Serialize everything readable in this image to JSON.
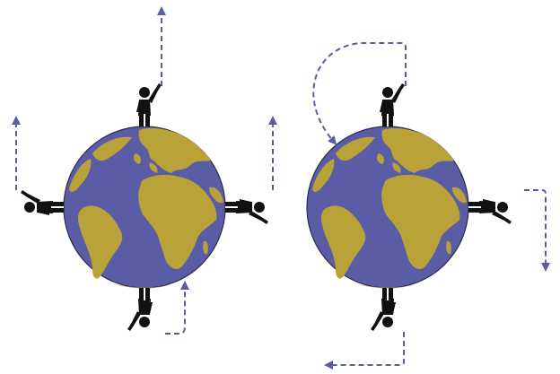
{
  "colors": {
    "ocean": "#5b5ca6",
    "land": "#b9a339",
    "outline": "#2d2d4e",
    "figure": "#111111",
    "arrow": "#5b5ca6",
    "background": "#ffffff"
  },
  "panels": [
    {
      "name": "left-panel",
      "globe_icon": "earth-globe-icon",
      "figures": [
        {
          "position": "top",
          "pose": "standing-hand-raised",
          "arrow_direction": "up"
        },
        {
          "position": "left",
          "pose": "standing-hand-raised",
          "arrow_direction": "up"
        },
        {
          "position": "right",
          "pose": "standing-hand-raised",
          "arrow_direction": "up"
        },
        {
          "position": "bottom",
          "pose": "standing-hand-raised",
          "arrow_direction": "up"
        }
      ]
    },
    {
      "name": "right-panel",
      "globe_icon": "earth-globe-icon",
      "figures": [
        {
          "position": "top",
          "pose": "standing-hand-raised",
          "arrow_direction": "curved-down"
        },
        {
          "position": "right",
          "pose": "standing-hand-raised",
          "arrow_direction": "down"
        },
        {
          "position": "bottom",
          "pose": "standing-hand-raised",
          "arrow_direction": "left"
        }
      ]
    }
  ]
}
